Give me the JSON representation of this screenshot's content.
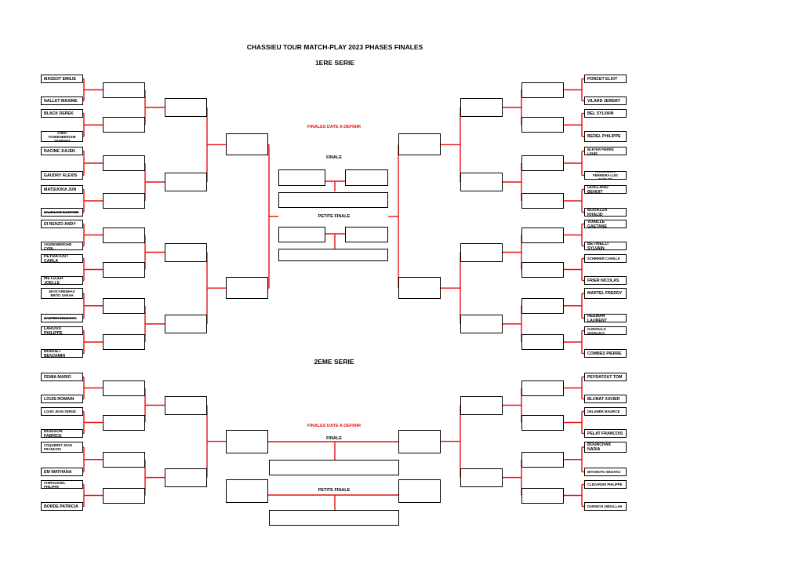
{
  "title": "CHASSIEU TOUR MATCH-PLAY 2023 PHASES FINALES",
  "serie1": {
    "heading": "1ERE SERIE",
    "finales_note": "FINALES DATE A DEFINIR",
    "finale_label": "FINALE",
    "petite_finale_label": "PETITE FINALE",
    "left_players": [
      "MASSOT EMILIE",
      "NALLET MAXIME",
      "BLACK DEREK",
      "CHEN VANDENBERGHE JIANFANG",
      "RACINE JULIEN",
      "GAUDRY ALEXIS",
      "MATSUOKA JUN",
      "SALENAVE GASPARD",
      "DI RENZO ANDY",
      "VANDENBERGHE CYRIL",
      "PEYRATOUT CARLA",
      "METZLER JOELLE",
      "MASCARENHAS BRITO SARAH",
      "GAUTIER ZOULIKHA",
      "LAROUX PHILIPPE",
      "BURDET BENJAMIN"
    ],
    "right_players": [
      "PONCET ELIOT",
      "VILARD JEREMY",
      "BEL SYLVAIN",
      "BEDEL PHILIPPE",
      "BLEYER PIERRE LOUIS",
      "GONCALVES FERREIRA LUIS CARLOS",
      "GUILLARD BENOIT",
      "BOUAZZA KHALID",
      "VUAILLE GAETANE",
      "BETINELLI SYLVAIN",
      "SCHIRRER CAMILLE",
      "FRIER NICOLAS",
      "MARTEL FREDDY",
      "REEMAN LAURENT",
      "GAROFALO GIANLUCA",
      "COMBES PIERRE"
    ]
  },
  "serie2": {
    "heading": "2EME SERIE",
    "finales_note": "FINALES DATE A DEFINIR",
    "finale_label": "FINALE",
    "petite_finale_label": "PETITE FINALE",
    "left_players": [
      "FEMIA MARIO",
      "LOUIS ROMAIN",
      "LOUIS JEAN SERGE",
      "BUISSON FABRICE",
      "COQUERET JEAN FRANCOIS",
      "EM WATHANA",
      "CHIROUSSEL PHILIPPE",
      "BORDE PATRICIA"
    ],
    "right_players": [
      "PEYRATOUT TOM",
      "BLUNAT XAVIER",
      "DELAMER MAURICE",
      "PELAT FRANCOIS",
      "BOURCHAK NADIA",
      "MIYAMOTO SEISAKU",
      "CLEZARDIN PHILIPPE",
      "DARWICH ABDALLAH"
    ]
  },
  "colors": {
    "connector": "#e81010",
    "border": "#000000",
    "note": "#e81010"
  }
}
